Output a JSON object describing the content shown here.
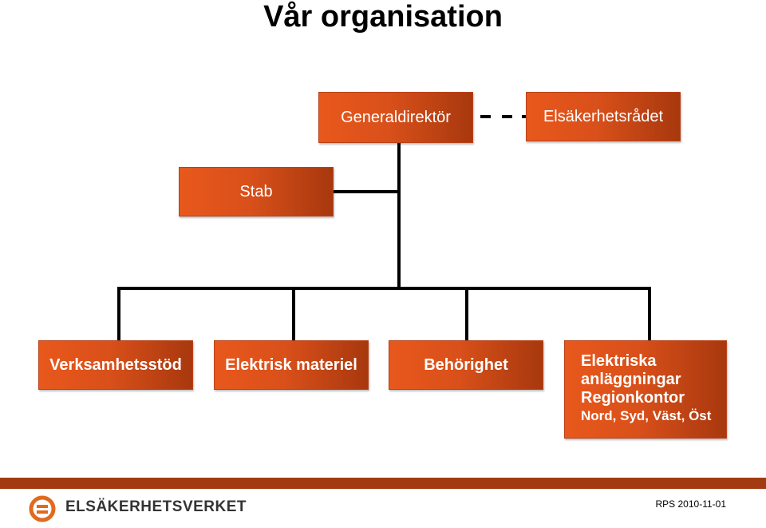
{
  "title": "Vår organisation",
  "boxes": {
    "generaldirektor": "Generaldirektör",
    "elsakerhetsradet": "Elsäkerhetsrådet",
    "stab": "Stab",
    "verksamhetsstod": "Verksamhetsstöd",
    "elektrisk_materiel": "Elektrisk materiel",
    "behorighet": "Behörighet",
    "elektriska_anlaggningar": {
      "line1": "Elektriska",
      "line2": "anläggningar",
      "line3": "Regionkontor",
      "line4": "Nord, Syd, Väst, Öst"
    }
  },
  "footer": {
    "logo_text": "ELSÄKERHETSVERKET",
    "logo_icon": "elsakerhetsverket-logo-icon",
    "note": "RPS 2010-11-01"
  },
  "colors": {
    "box_light": "#e8581c",
    "box_dark": "#a8380e",
    "footer_band": "#a23a12"
  }
}
